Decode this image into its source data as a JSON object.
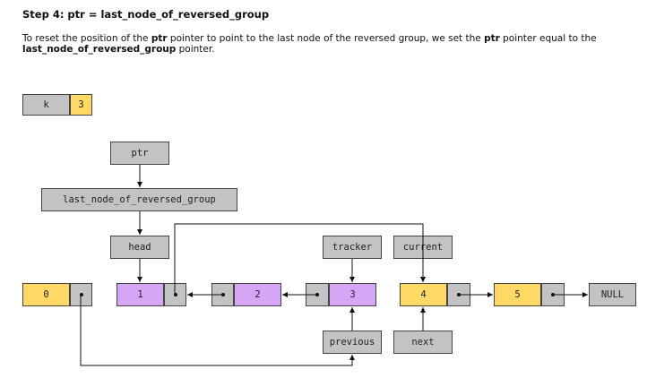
{
  "header": {
    "title": "Step 4: ptr = last_node_of_reversed_group",
    "desc": {
      "p1": "To reset the position of the ",
      "ptr1": "ptr",
      "p2": " pointer to point to the last node of the reversed group, we set the ",
      "ptr2": "ptr",
      "p3": " pointer equal to the ",
      "target": "last_node_of_reversed_group",
      "p4": " pointer."
    }
  },
  "k_var": {
    "label": "k",
    "value": "3"
  },
  "pointers": {
    "ptr": "ptr",
    "last_node": "last_node_of_reversed_group",
    "head": "head",
    "tracker": "tracker",
    "current": "current",
    "previous": "previous",
    "next": "next"
  },
  "nodes": [
    {
      "value": "0",
      "color": "yellow"
    },
    {
      "value": "1",
      "color": "purple"
    },
    {
      "value": "2",
      "color": "purple"
    },
    {
      "value": "3",
      "color": "purple"
    },
    {
      "value": "4",
      "color": "yellow"
    },
    {
      "value": "5",
      "color": "yellow"
    }
  ],
  "null_label": "NULL",
  "colors": {
    "yellow": "#ffd966",
    "purple": "#d5a6f5",
    "gray": "#c3c3c3"
  }
}
